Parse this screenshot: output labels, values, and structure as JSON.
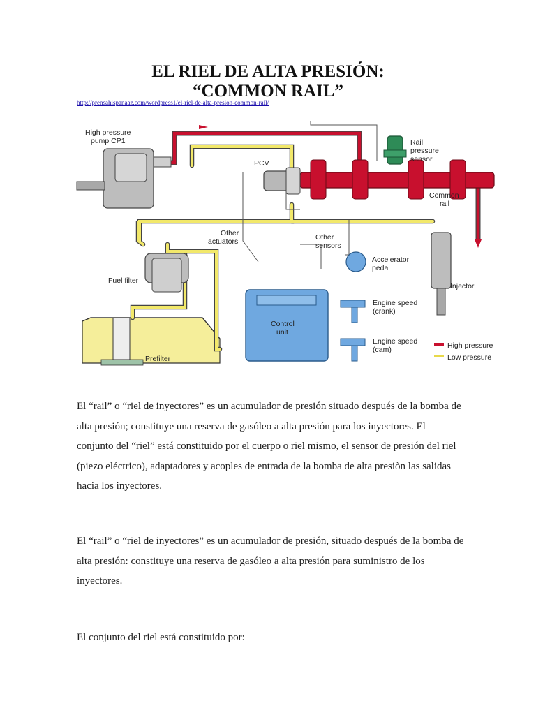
{
  "document": {
    "title_line1": "EL RIEL DE ALTA PRESIÓN:",
    "title_line2": "“COMMON RAIL”",
    "source_url": "http://prensahispanaaz.com/wordpress1/el-riel-de-alta-presion-common-rail/"
  },
  "diagram": {
    "labels": {
      "high_pressure_pump": [
        "High pressure",
        "pump CP1"
      ],
      "pcv": "PCV",
      "rail_pressure_sensor": [
        "Rail",
        "pressure",
        "sensor"
      ],
      "common_rail": [
        "Common",
        "rail"
      ],
      "other_actuators": [
        "Other",
        "actuators"
      ],
      "other_sensors": [
        "Other",
        "sensors"
      ],
      "accelerator_pedal": [
        "Accelerator",
        "pedal"
      ],
      "fuel_filter": "Fuel filter",
      "injector": "Injector",
      "control_unit": [
        "Control",
        "unit"
      ],
      "engine_speed_crank": [
        "Engine speed",
        "(crank)"
      ],
      "engine_speed_cam": [
        "Engine speed",
        "(cam)"
      ],
      "prefilter": "Prefilter"
    },
    "legend": {
      "high_pressure": "High pressure",
      "low_pressure": "Low pressure"
    },
    "colors": {
      "high_pressure": "#c8102e",
      "low_pressure": "#f2e86a",
      "control_unit": "#6fa8e0",
      "fuel_tank": "#f5ee9a"
    }
  },
  "body": {
    "paragraph1": "El “rail” o “riel de inyectores” es un acumulador de presión situado después de la bomba de alta presión; constituye una reserva de gasóleo a alta presión para los inyectores. El conjunto del “riel” está constituido por el cuerpo o riel mismo, el sensor de presión del riel (piezo eléctrico), adaptadores y acoples de entrada de la bomba de alta presiòn las salidas hacia los inyectores.",
    "paragraph2": "El “rail” o “riel de inyectores” es un acumulador de presión, situado después de la bomba de alta presión: constituye una reserva de gasóleo a alta presión para suministro de los inyectores.",
    "paragraph3": "El conjunto del riel está constituido por:"
  }
}
